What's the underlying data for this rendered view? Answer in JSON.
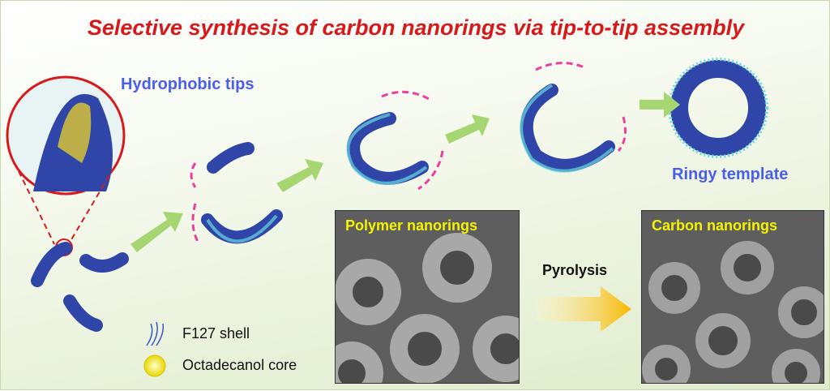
{
  "title": "Selective synthesis of carbon nanorings via tip-to-tip assembly",
  "labels": {
    "hydrophobic_tips": "Hydrophobic tips",
    "ringy_template": "Ringy template",
    "pyrolysis": "Pyrolysis"
  },
  "sem": {
    "polymer": "Polymer nanorings",
    "carbon": "Carbon nanorings"
  },
  "legend": {
    "shell": "F127 shell",
    "core": "Octadecanol core"
  },
  "colors": {
    "title": "#d7191c",
    "label": "#4a5ee8",
    "sem_label": "#f4f400",
    "arrow": "#a6d672",
    "dashed": "#ee3fa0"
  }
}
